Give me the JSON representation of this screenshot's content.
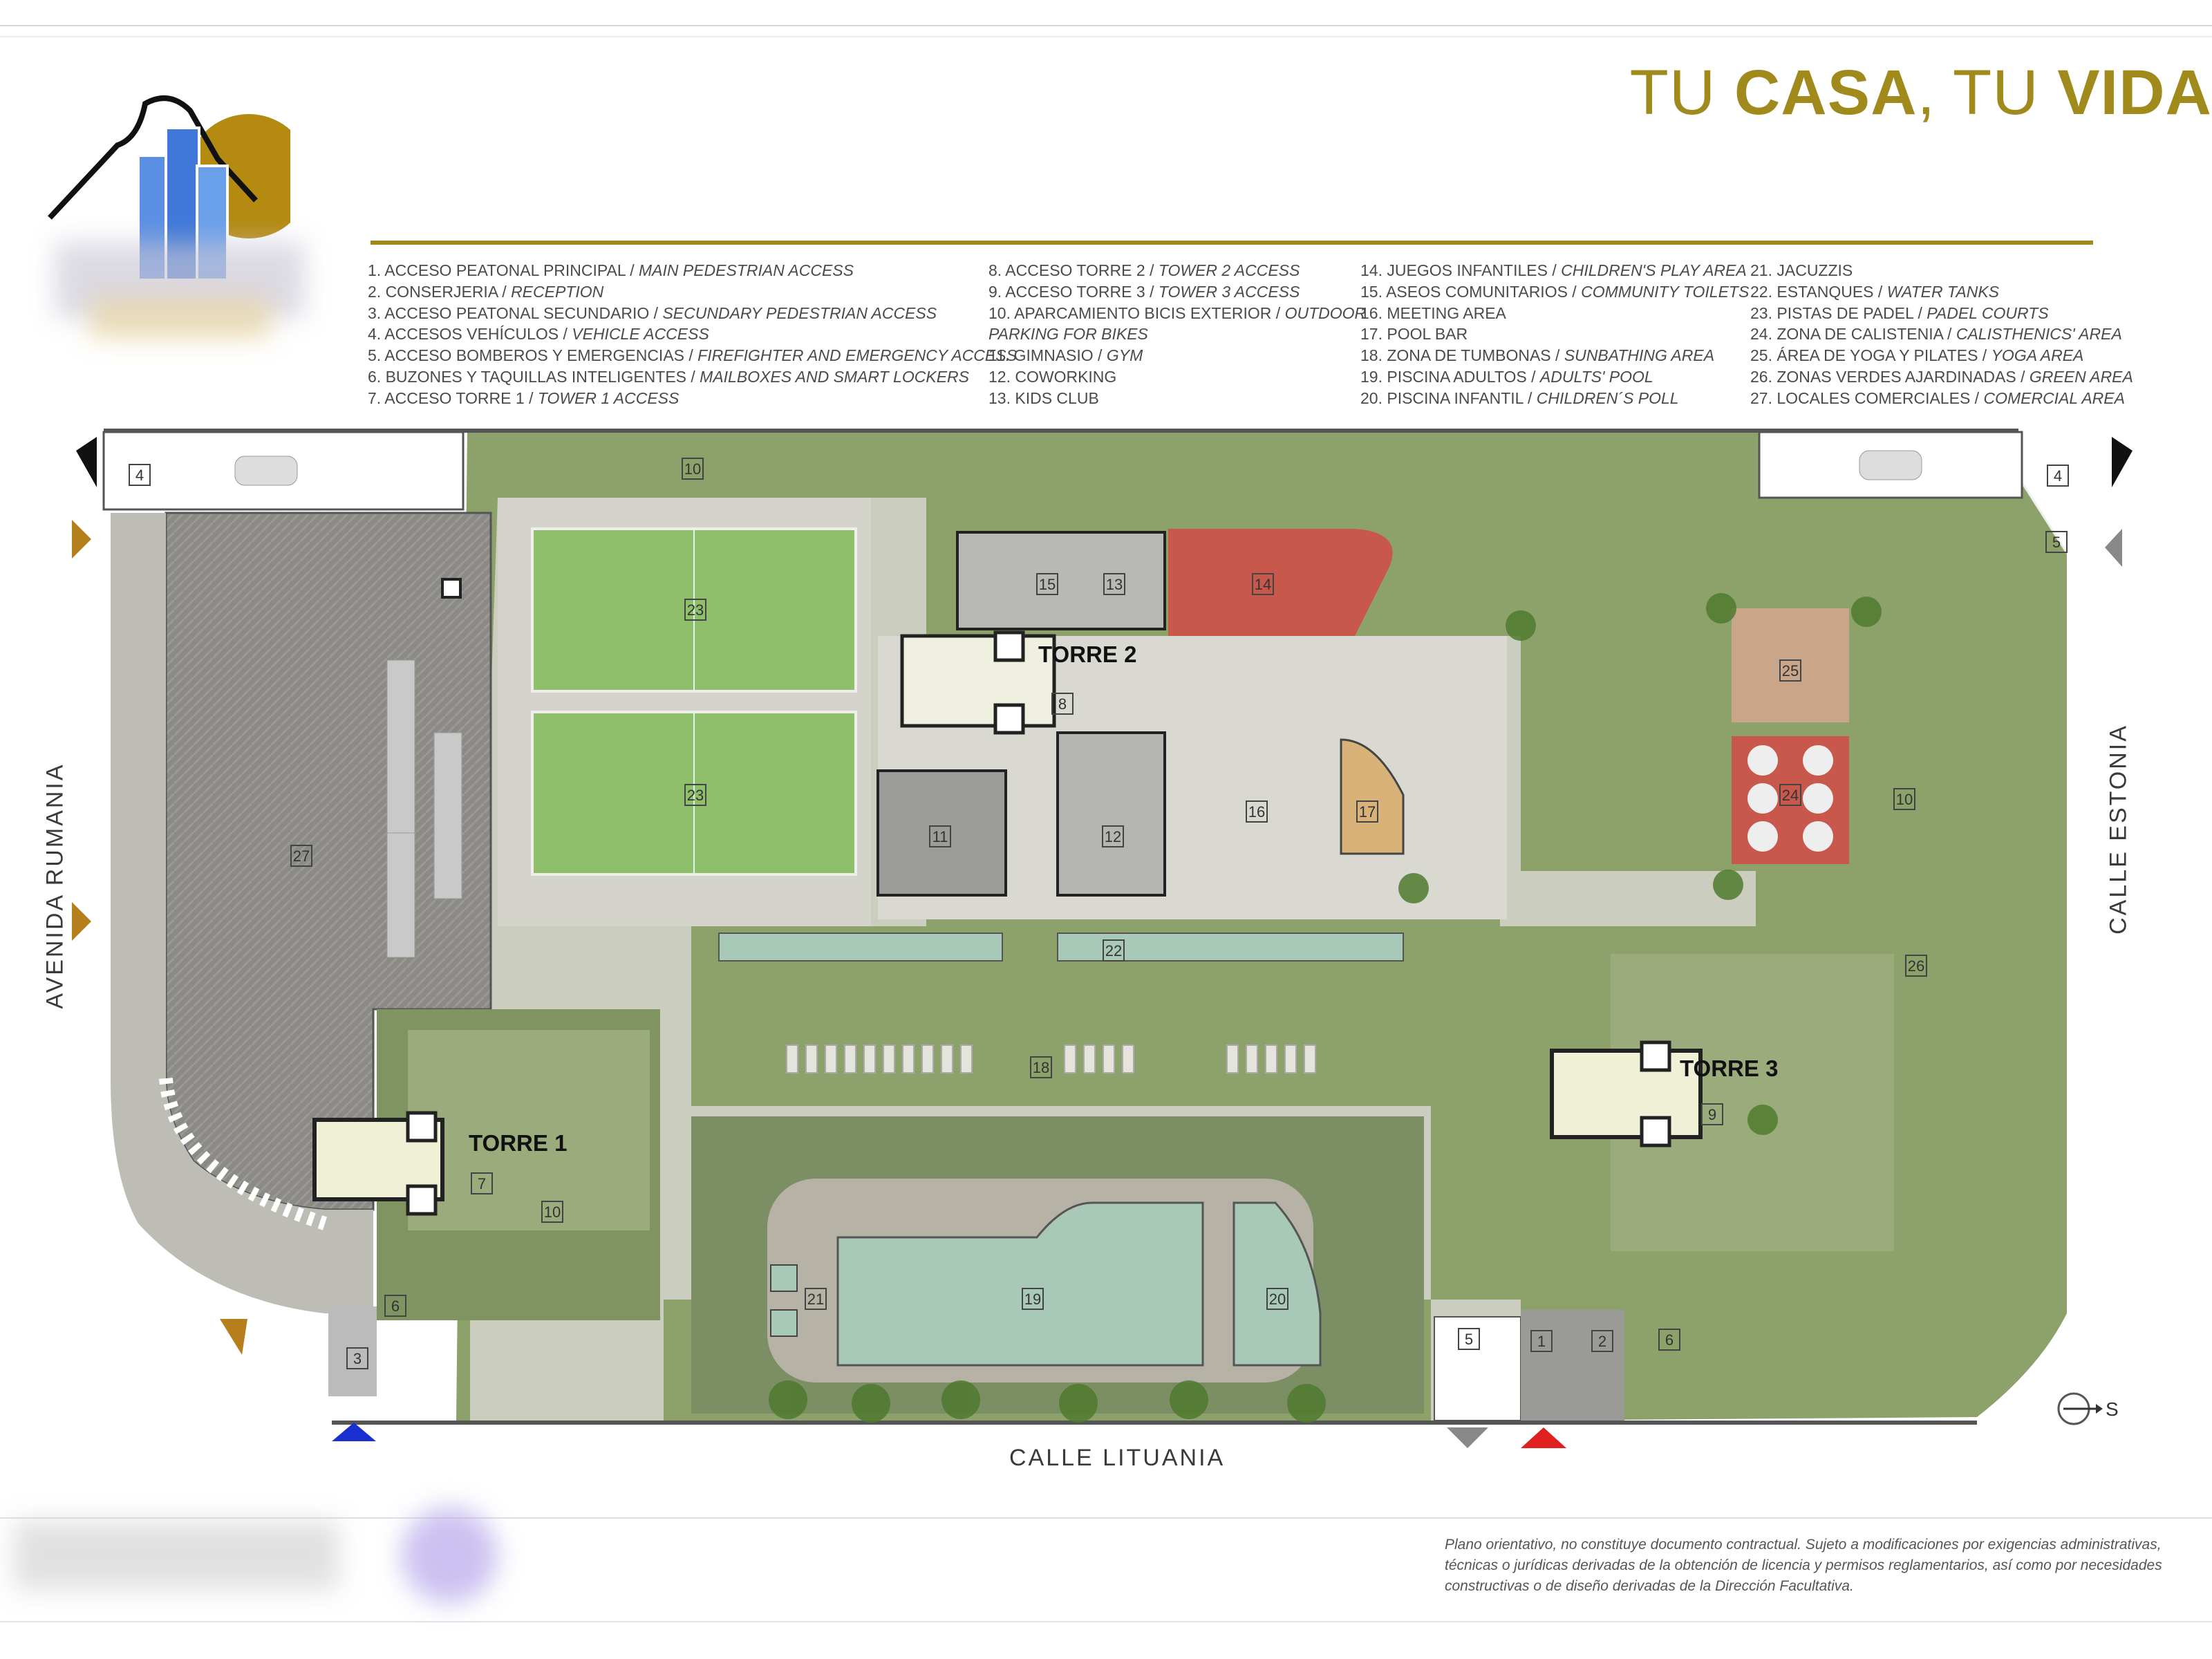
{
  "header": {
    "title_part1": "TU ",
    "title_bold1": "CASA",
    "title_part2": ", TU ",
    "title_bold2": "VIDA"
  },
  "legend": {
    "col1": [
      {
        "es": "1. ACCESO PEATONAL PRINCIPAL / ",
        "en": "MAIN PEDESTRIAN ACCESS"
      },
      {
        "es": "2. CONSERJERIA / ",
        "en": "RECEPTION"
      },
      {
        "es": "3. ACCESO PEATONAL SECUNDARIO / ",
        "en": "SECUNDARY PEDESTRIAN ACCESS"
      },
      {
        "es": "4. ACCESOS VEHÍCULOS / ",
        "en": "VEHICLE ACCESS"
      },
      {
        "es": "5. ACCESO BOMBEROS Y EMERGENCIAS / ",
        "en": "FIREFIGHTER AND EMERGENCY ACCESS"
      },
      {
        "es": "6. BUZONES Y TAQUILLAS INTELIGENTES / ",
        "en": "MAILBOXES AND SMART LOCKERS"
      },
      {
        "es": "7. ACCESO TORRE 1 / ",
        "en": "TOWER 1 ACCESS"
      }
    ],
    "col2": [
      {
        "es": "8. ACCESO TORRE 2 / ",
        "en": "TOWER 2 ACCESS"
      },
      {
        "es": "9. ACCESO TORRE 3 / ",
        "en": "TOWER 3 ACCESS"
      },
      {
        "es": "10. APARCAMIENTO BICIS EXTERIOR / ",
        "en": "OUTDOOR"
      },
      {
        "es": "",
        "en": "PARKING FOR BIKES"
      },
      {
        "es": "11. GIMNASIO / ",
        "en": "GYM"
      },
      {
        "es": "12. COWORKING",
        "en": ""
      },
      {
        "es": "13. KIDS CLUB",
        "en": ""
      }
    ],
    "col3": [
      {
        "es": "14. JUEGOS INFANTILES / ",
        "en": "CHILDREN'S PLAY AREA"
      },
      {
        "es": "15. ASEOS COMUNITARIOS / ",
        "en": "COMMUNITY TOILETS"
      },
      {
        "es": "16. MEETING AREA",
        "en": ""
      },
      {
        "es": "17. POOL BAR",
        "en": ""
      },
      {
        "es": "18. ZONA DE TUMBONAS / ",
        "en": "SUNBATHING AREA"
      },
      {
        "es": "19. PISCINA ADULTOS / ",
        "en": "ADULTS' POOL"
      },
      {
        "es": "20. PISCINA INFANTIL / ",
        "en": "CHILDREN´S POLL"
      }
    ],
    "col4": [
      {
        "es": "21. JACUZZIS",
        "en": ""
      },
      {
        "es": "22. ESTANQUES / ",
        "en": "WATER TANKS"
      },
      {
        "es": "23. PISTAS DE PADEL / ",
        "en": "PADEL COURTS"
      },
      {
        "es": "24. ZONA DE CALISTENIA / ",
        "en": "CALISTHENICS' AREA"
      },
      {
        "es": "25. ÁREA DE YOGA Y PILATES / ",
        "en": "YOGA AREA"
      },
      {
        "es": "26. ZONAS VERDES AJARDINADAS / ",
        "en": "GREEN AREA"
      },
      {
        "es": "27. LOCALES COMERCIALES / ",
        "en": "COMERCIAL AREA"
      }
    ]
  },
  "plan": {
    "towers": {
      "t1": "TORRE 1",
      "t2": "TORRE 2",
      "t3": "TORRE 3"
    },
    "streets": {
      "west": "AVENIDA   RUMANIA",
      "south": "CALLE   LITUANIA",
      "east": "CALLE   ESTONIA"
    },
    "compass": "S",
    "labels": {
      "n1": "1",
      "n2": "2",
      "n3": "3",
      "n4a": "4",
      "n4b": "4",
      "n5a": "5",
      "n5b": "5",
      "n6a": "6",
      "n6b": "6",
      "n7": "7",
      "n8": "8",
      "n9": "9",
      "n10a": "10",
      "n10b": "10",
      "n10c": "10",
      "n11": "11",
      "n12": "12",
      "n13": "13",
      "n14": "14",
      "n15": "15",
      "n16": "16",
      "n17": "17",
      "n18": "18",
      "n19": "19",
      "n20": "20",
      "n21": "21",
      "n22": "22",
      "n23a": "23",
      "n23b": "23",
      "n24": "24",
      "n25": "25",
      "n26": "26",
      "n27": "27"
    },
    "colors": {
      "lawn": "#8ca26a",
      "path": "#d8d8d0",
      "court": "#8fbf6a",
      "pool": "#a9c9b8",
      "commercial": "#8a8a86",
      "red_area": "#c9584c",
      "building_dark": "#222222",
      "accent_gold": "#a08a1c"
    }
  },
  "footer": {
    "disclaimer": "Plano orientativo, no constituye documento contractual. Sujeto a modificaciones por exigencias administrativas, técnicas o jurídicas derivadas de la obtención de licencia y permisos reglamentarios, así como por necesidades constructivas o de diseño derivadas de la Dirección Facultativa."
  }
}
